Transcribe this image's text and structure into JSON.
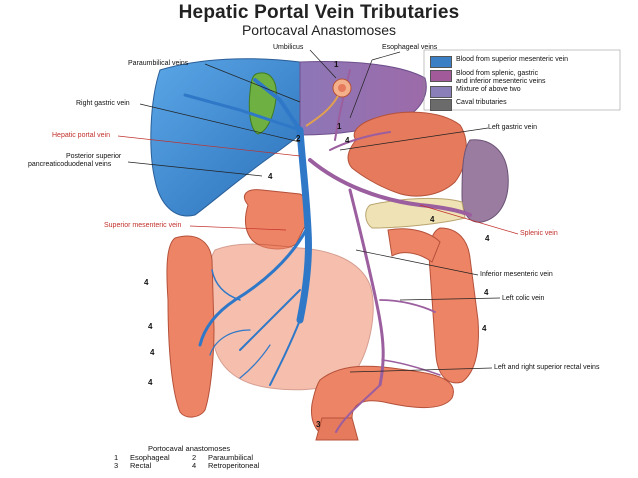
{
  "title": "Hepatic Portal Vein Tributaries",
  "subtitle": "Portocaval Anastomoses",
  "labels": {
    "umbilicus": "Umbilicus",
    "esophageal_veins": "Esophageal veins",
    "paraumbilical_veins": "Paraumbilical veins",
    "right_gastric_vein": "Right gastric vein",
    "hepatic_portal_vein": "Hepatic portal vein",
    "posterior_superior_1": "Posterior superior",
    "posterior_superior_2": "pancreaticoduodenal veins",
    "superior_mesenteric_vein": "Superior mesenteric vein",
    "left_gastric_vein": "Left gastric vein",
    "splenic_vein": "Splenic vein",
    "inferior_mesenteric_vein": "Inferior mesenteric vein",
    "left_colic_vein": "Left colic vein",
    "rectal_veins": "Left and right superior rectal veins"
  },
  "legend": [
    {
      "text": "Blood from superior mesenteric vein",
      "color": "#3b7fc4"
    },
    {
      "text": "Blood from splenic, gastric",
      "text2": "and inferior mesenteric veins",
      "color": "#a35a9b"
    },
    {
      "text": "Mixture of above two",
      "color": "#8a7fb8"
    },
    {
      "text": "Caval tributaries",
      "color": "#6b6b6b"
    }
  ],
  "anastomosis_numbers": {
    "n1": "1",
    "n2": "2",
    "n3": "3",
    "n4": "4"
  },
  "footer": {
    "heading": "Portocaval anastomoses",
    "items": [
      {
        "num": "1",
        "name": "Esophageal"
      },
      {
        "num": "2",
        "name": "Paraumbilical"
      },
      {
        "num": "3",
        "name": "Rectal"
      },
      {
        "num": "4",
        "name": "Retroperitoneal"
      }
    ]
  },
  "colors": {
    "liver": "#3f8fd6",
    "gallbladder": "#6fb043",
    "stomach": "#e67a5c",
    "intestine": "#ee8466",
    "spleen": "#9a7ca0",
    "pancreas": "#efe2b4",
    "portal_blue": "#2f78c8",
    "purple_vein": "#9b5e9e",
    "leader": "#222222"
  }
}
